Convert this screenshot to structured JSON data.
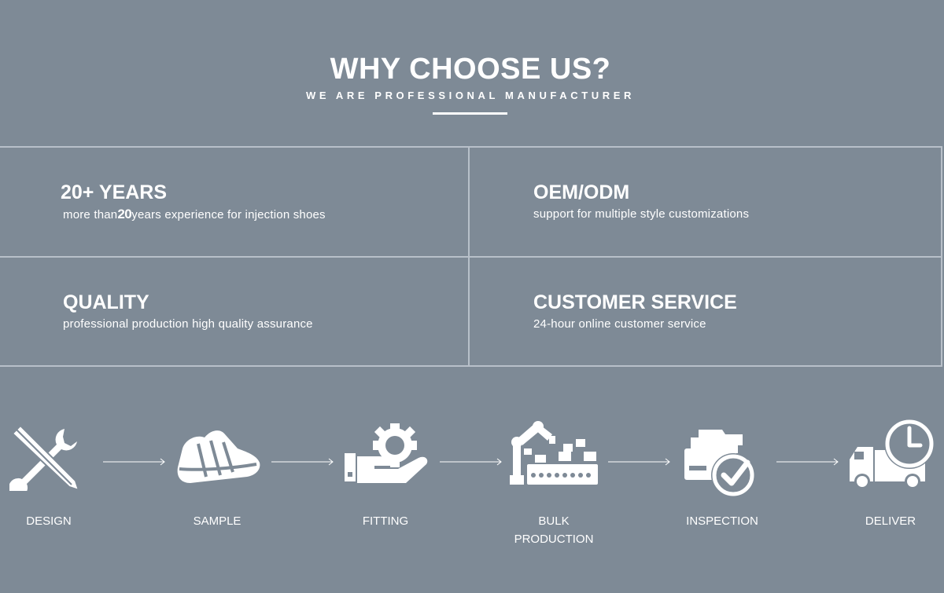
{
  "header": {
    "title": "WHY CHOOSE US?",
    "subtitle": "WE ARE PROFESSIONAL MANUFACTURER"
  },
  "features": [
    {
      "title": "20+ YEARS",
      "desc_before": "more than",
      "desc_number": "20",
      "desc_after": "years experience for injection shoes"
    },
    {
      "title": "OEM/ODM",
      "desc": "support for multiple style customizations"
    },
    {
      "title": "QUALITY",
      "desc": "professional production high quality assurance"
    },
    {
      "title": "CUSTOMER SERVICE",
      "desc": "24-hour online customer service"
    }
  ],
  "process": [
    {
      "label": "DESIGN",
      "icon": "pencil-wrench-icon"
    },
    {
      "label": "SAMPLE",
      "icon": "shoe-icon"
    },
    {
      "label": "FITTING",
      "icon": "hand-gear-icon"
    },
    {
      "label_line1": "BULK",
      "label_line2": "PRODUCTION",
      "icon": "robot-arm-conveyor-icon"
    },
    {
      "label": "INSPECTION",
      "icon": "folder-check-icon"
    },
    {
      "label": "DELIVER",
      "icon": "truck-clock-icon"
    }
  ],
  "colors": {
    "background": "#7e8a96",
    "text": "#ffffff",
    "grid_line": "#b8c0c9"
  }
}
